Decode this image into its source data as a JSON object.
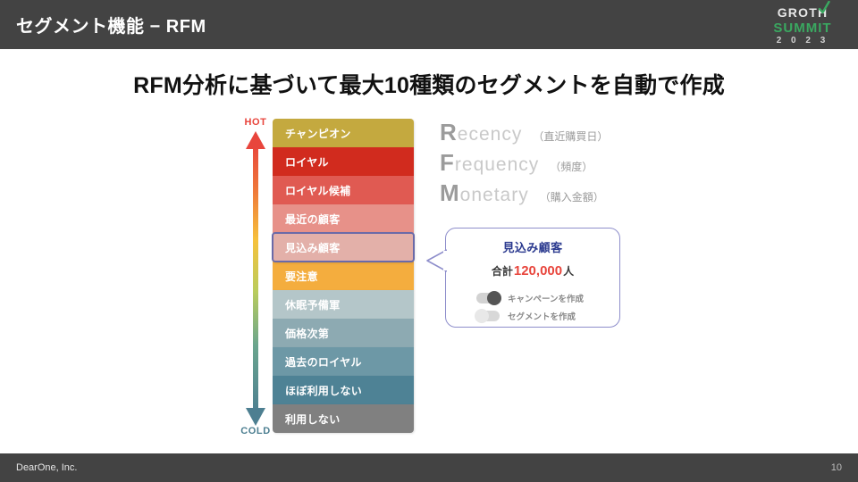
{
  "header": {
    "title": "セグメント機能 − RFM",
    "logo": {
      "line1": "GRO",
      "line1b": "TH",
      "line2": "SUMMIT",
      "line3": "2 0 2 3"
    }
  },
  "headline": "RFM分析に基づいて最大10種類のセグメントを自動で作成",
  "temperature_axis": {
    "hot_label": "HOT",
    "cold_label": "COLD",
    "hot_color": "#e8453c",
    "cold_color": "#4d7f91"
  },
  "segments": [
    {
      "label": "チャンピオン",
      "color": "#c4a93f",
      "selected": false
    },
    {
      "label": "ロイヤル",
      "color": "#d12b1e",
      "selected": false
    },
    {
      "label": "ロイヤル候補",
      "color": "#e05a52",
      "selected": false
    },
    {
      "label": "最近の顧客",
      "color": "#e79189",
      "selected": false
    },
    {
      "label": "見込み顧客",
      "color": "#e3b0a9",
      "selected": true
    },
    {
      "label": "要注意",
      "color": "#f4ad3e",
      "selected": false
    },
    {
      "label": "休眠予備軍",
      "color": "#b4c6c9",
      "selected": false
    },
    {
      "label": "価格次第",
      "color": "#8daab2",
      "selected": false
    },
    {
      "label": "過去のロイヤル",
      "color": "#6d98a6",
      "selected": false
    },
    {
      "label": "ほぼ利用しない",
      "color": "#4e8295",
      "selected": false
    },
    {
      "label": "利用しない",
      "color": "#808080",
      "selected": false
    }
  ],
  "rfm_legend": [
    {
      "cap": "R",
      "rest": "ecency",
      "note": "（直近購買日）"
    },
    {
      "cap": "F",
      "rest": "requency",
      "note": "（頻度）"
    },
    {
      "cap": "M",
      "rest": "onetary",
      "note": "（購入金額）"
    }
  ],
  "callout": {
    "title": "見込み顧客",
    "total_prefix": "合計",
    "total_number": "120,000",
    "total_suffix": "人",
    "toggles": [
      {
        "label": "キャンペーンを作成",
        "state": "on"
      },
      {
        "label": "セグメントを作成",
        "state": "off"
      }
    ]
  },
  "footer": {
    "company": "DearOne, Inc.",
    "page_number": "10"
  }
}
